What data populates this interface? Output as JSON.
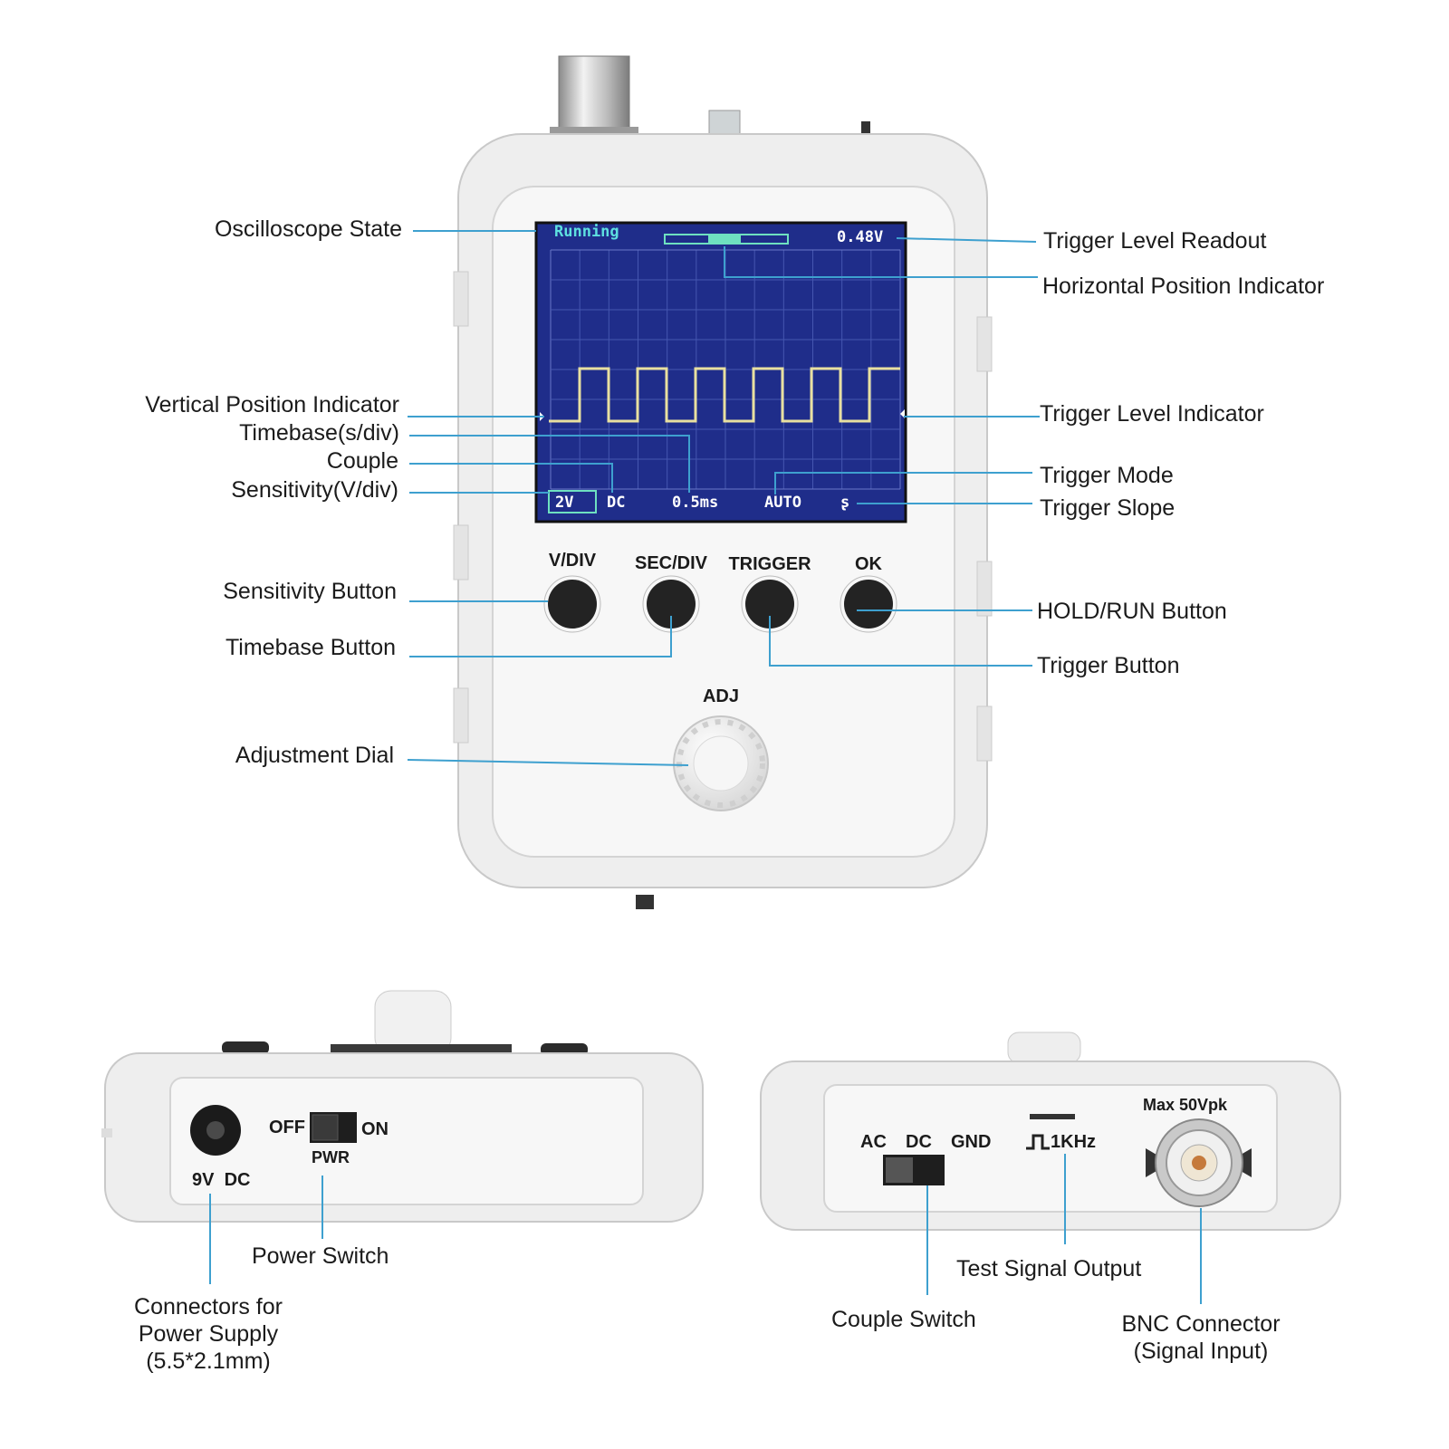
{
  "screen": {
    "state": "Running",
    "trigger_level": "0.48V",
    "sensitivity": "2V",
    "couple": "DC",
    "timebase": "0.5ms",
    "trigger_mode": "AUTO",
    "trigger_slope": "ʂ"
  },
  "front_buttons": [
    "V/DIV",
    "SEC/DIV",
    "TRIGGER",
    "OK"
  ],
  "dial_label": "ADJ",
  "left_callouts": [
    "Oscilloscope State",
    "Vertical Position Indicator",
    "Timebase(s/div)",
    "Couple",
    "Sensitivity(V/div)",
    "Sensitivity Button",
    "Timebase Button",
    "Adjustment Dial"
  ],
  "right_callouts": [
    "Trigger Level Readout",
    "Horizontal Position Indicator",
    "Trigger Level Indicator",
    "Trigger Mode",
    "Trigger Slope",
    "HOLD/RUN Button",
    "Trigger Button"
  ],
  "left_side": {
    "power_jack": "9V  DC",
    "switch_off": "OFF",
    "switch_on": "ON",
    "switch_name": "PWR",
    "callout_power_switch": "Power Switch",
    "callout_connector": "Connectors for\nPower Supply\n(5.5*2.1mm)"
  },
  "right_side": {
    "couple_ac": "AC",
    "couple_dc": "DC",
    "couple_gnd": "GND",
    "test_signal": "1KHz",
    "bnc_max": "Max 50Vpk",
    "callout_test_signal": "Test Signal Output",
    "callout_couple_switch": "Couple Switch",
    "callout_bnc": "BNC Connector\n(Signal Input)"
  },
  "colors": {
    "leader": "#3ea0cf",
    "screen_bg": "#1f2d8a",
    "trace": "#e8e0a0",
    "status_text": "#5ee0e0"
  }
}
